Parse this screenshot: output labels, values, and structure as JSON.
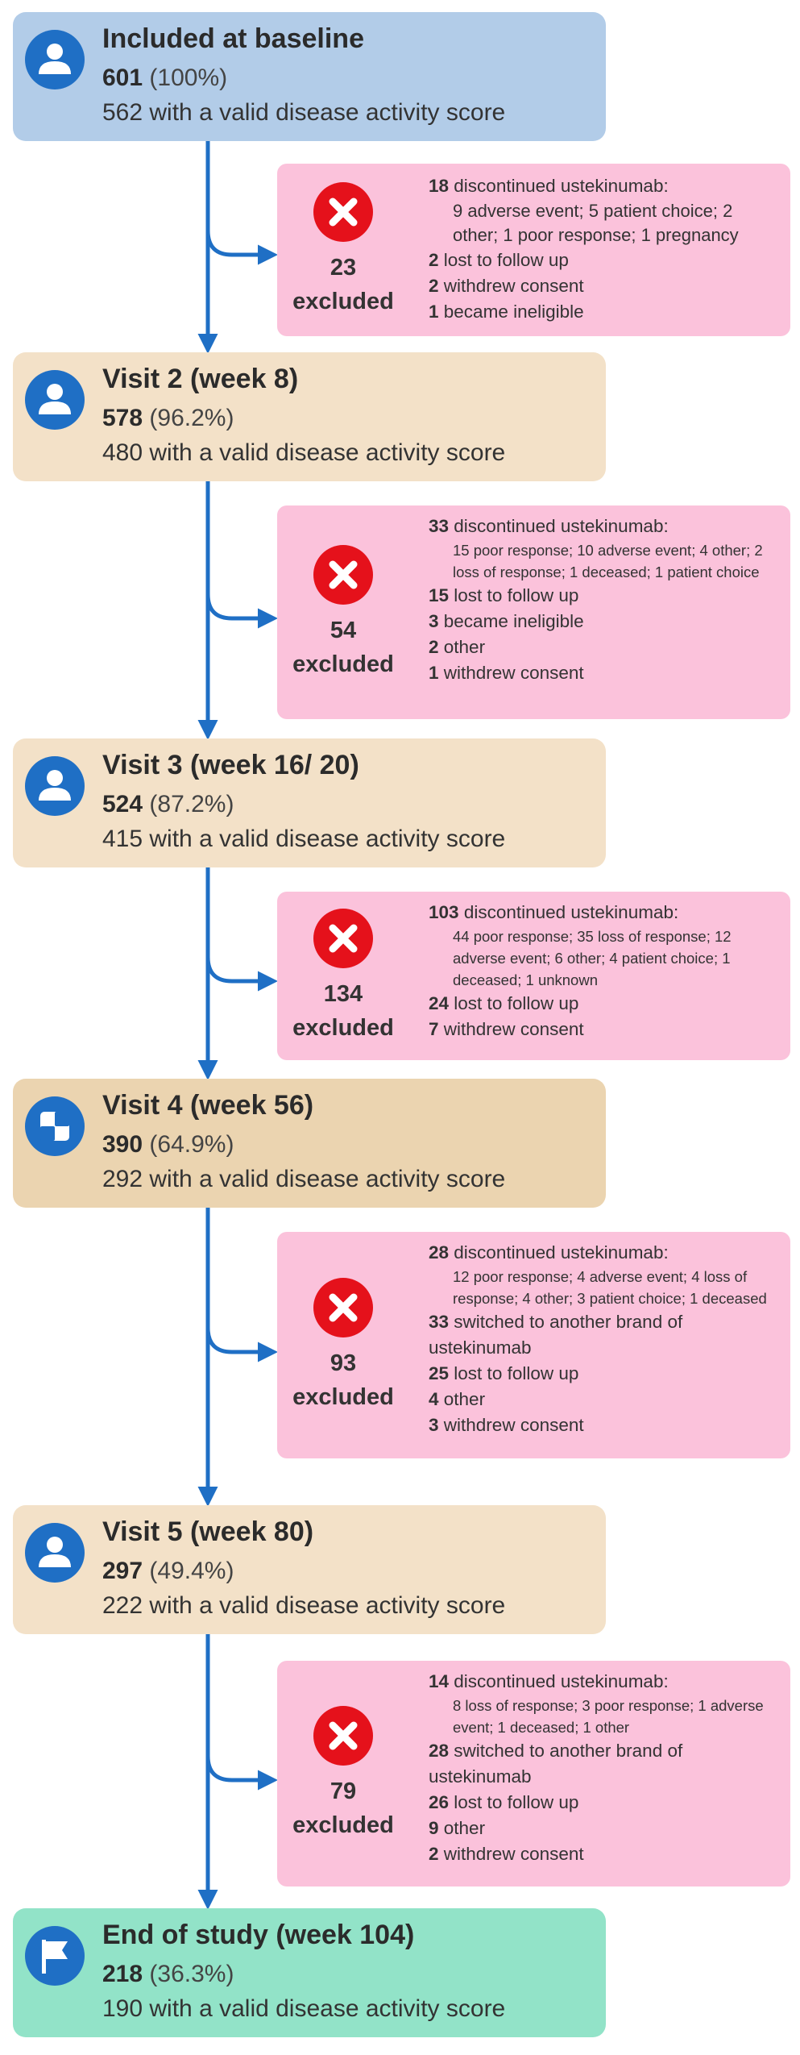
{
  "stages": [
    {
      "title": "Included at baseline",
      "count": "601",
      "pct": "(100%)",
      "valid": "562 with a valid disease activity score",
      "color": "#b2cce8",
      "icon": "person-icon"
    },
    {
      "title": "Visit 2 (week 8)",
      "count": "578",
      "pct": "(96.2%)",
      "valid": "480 with a valid disease activity score",
      "color": "#f3e1c8",
      "icon": "person-icon"
    },
    {
      "title": "Visit 3 (week 16/ 20)",
      "count": "524",
      "pct": "(87.2%)",
      "valid": "415 with a valid disease activity score",
      "color": "#f3e1c8",
      "icon": "person-icon"
    },
    {
      "title": "Visit 4 (week 56)",
      "count": "390",
      "pct": "(64.9%)",
      "valid": "292 with a valid disease activity score",
      "color": "#ebd4b0",
      "icon": "checkerboard-icon"
    },
    {
      "title": "Visit 5 (week 80)",
      "count": "297",
      "pct": "(49.4%)",
      "valid": "222 with a valid disease activity score",
      "color": "#f3e1c8",
      "icon": "person-icon"
    },
    {
      "title": "End of study (week 104)",
      "count": "218",
      "pct": "(36.3%)",
      "valid": "190 with a valid disease activity score",
      "color": "#92e3c8",
      "icon": "flag-icon"
    }
  ],
  "exclusions": [
    {
      "count": "23",
      "label": "excluded",
      "reasons": [
        {
          "num": "18",
          "text": "discontinued ustekinumab:",
          "detail": "9 adverse event; 5 patient choice; 2 other; 1 poor response; 1 pregnancy"
        },
        {
          "num": "2",
          "text": "lost to follow up"
        },
        {
          "num": "2",
          "text": "withdrew consent"
        },
        {
          "num": "1",
          "text": "became ineligible"
        }
      ]
    },
    {
      "count": "54",
      "label": "excluded",
      "reasons": [
        {
          "num": "33",
          "text": "discontinued ustekinumab:",
          "detail": "15 poor response; 10 adverse event; 4 other; 2 loss of response; 1 deceased; 1 patient choice"
        },
        {
          "num": "15",
          "text": "lost to follow up"
        },
        {
          "num": "3",
          "text": "became ineligible"
        },
        {
          "num": "2",
          "text": "other"
        },
        {
          "num": "1",
          "text": "withdrew consent"
        }
      ]
    },
    {
      "count": "134",
      "label": "excluded",
      "reasons": [
        {
          "num": "103",
          "text": "discontinued ustekinumab:",
          "detail": "44 poor response; 35 loss of response; 12 adverse event; 6 other; 4 patient choice; 1 deceased; 1 unknown"
        },
        {
          "num": "24",
          "text": "lost to follow up"
        },
        {
          "num": "7",
          "text": "withdrew consent"
        }
      ]
    },
    {
      "count": "93",
      "label": "excluded",
      "reasons": [
        {
          "num": "28",
          "text": "discontinued ustekinumab:",
          "detail": "12 poor response; 4 adverse event; 4 loss of response; 4 other; 3 patient choice; 1 deceased"
        },
        {
          "num": "33",
          "text": "switched to another brand of ustekinumab"
        },
        {
          "num": "25",
          "text": "lost to follow up"
        },
        {
          "num": "4",
          "text": "other"
        },
        {
          "num": "3",
          "text": "withdrew consent"
        }
      ]
    },
    {
      "count": "79",
      "label": "excluded",
      "reasons": [
        {
          "num": "14",
          "text": "discontinued ustekinumab:",
          "detail": "8 loss of response; 3 poor response; 1 adverse event; 1 deceased; 1 other"
        },
        {
          "num": "28",
          "text": "switched to another brand of ustekinumab"
        },
        {
          "num": "26",
          "text": "lost to follow up"
        },
        {
          "num": "9",
          "text": "other"
        },
        {
          "num": "2",
          "text": "withdrew consent"
        }
      ]
    }
  ],
  "colors": {
    "arrow": "#1f6fc5",
    "exclusion_box": "#fbc2db",
    "exclusion_icon": "#e5111b",
    "stage_icon": "#1f6fc5"
  }
}
